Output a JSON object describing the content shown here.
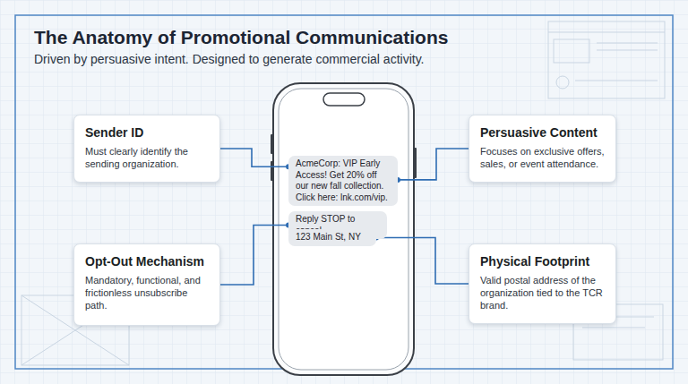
{
  "diagram": {
    "title": "The Anatomy of Promotional Communications",
    "caption": "Driven by persuasive intent. Designed to generate commercial activity.",
    "nodes": [
      {
        "text": [
          "Sender ID",
          "Must clearly identify the sending organization."
        ]
      },
      {
        "text": [
          "Persuasive Content",
          "Focuses on exclusive offers, sales, or event attendance."
        ]
      },
      {
        "text": [
          "AcmeCorp: VIP Early Access! Get 20% off our new fall collection. Click here: lnk.com/vip."
        ]
      },
      {
        "text": [
          "Reply STOP to cancel."
        ]
      },
      {
        "text": [
          "123 Main St, NY"
        ]
      },
      {
        "text": [
          "Opt-Out Mechanism",
          "Mandatory, functional, and frictionless unsubscribe path."
        ]
      },
      {
        "text": [
          "Physical Footprint",
          "Valid postal address of the organization tied to the TCR brand."
        ]
      }
    ],
    "edges": [
      {
        "from": 0,
        "to": 2,
        "arrow": "none"
      },
      {
        "from": 1,
        "to": 2,
        "arrow": "none"
      },
      {
        "from": 5,
        "to": 3,
        "arrow": "none"
      },
      {
        "from": 6,
        "to": 4,
        "arrow": "none"
      }
    ]
  }
}
